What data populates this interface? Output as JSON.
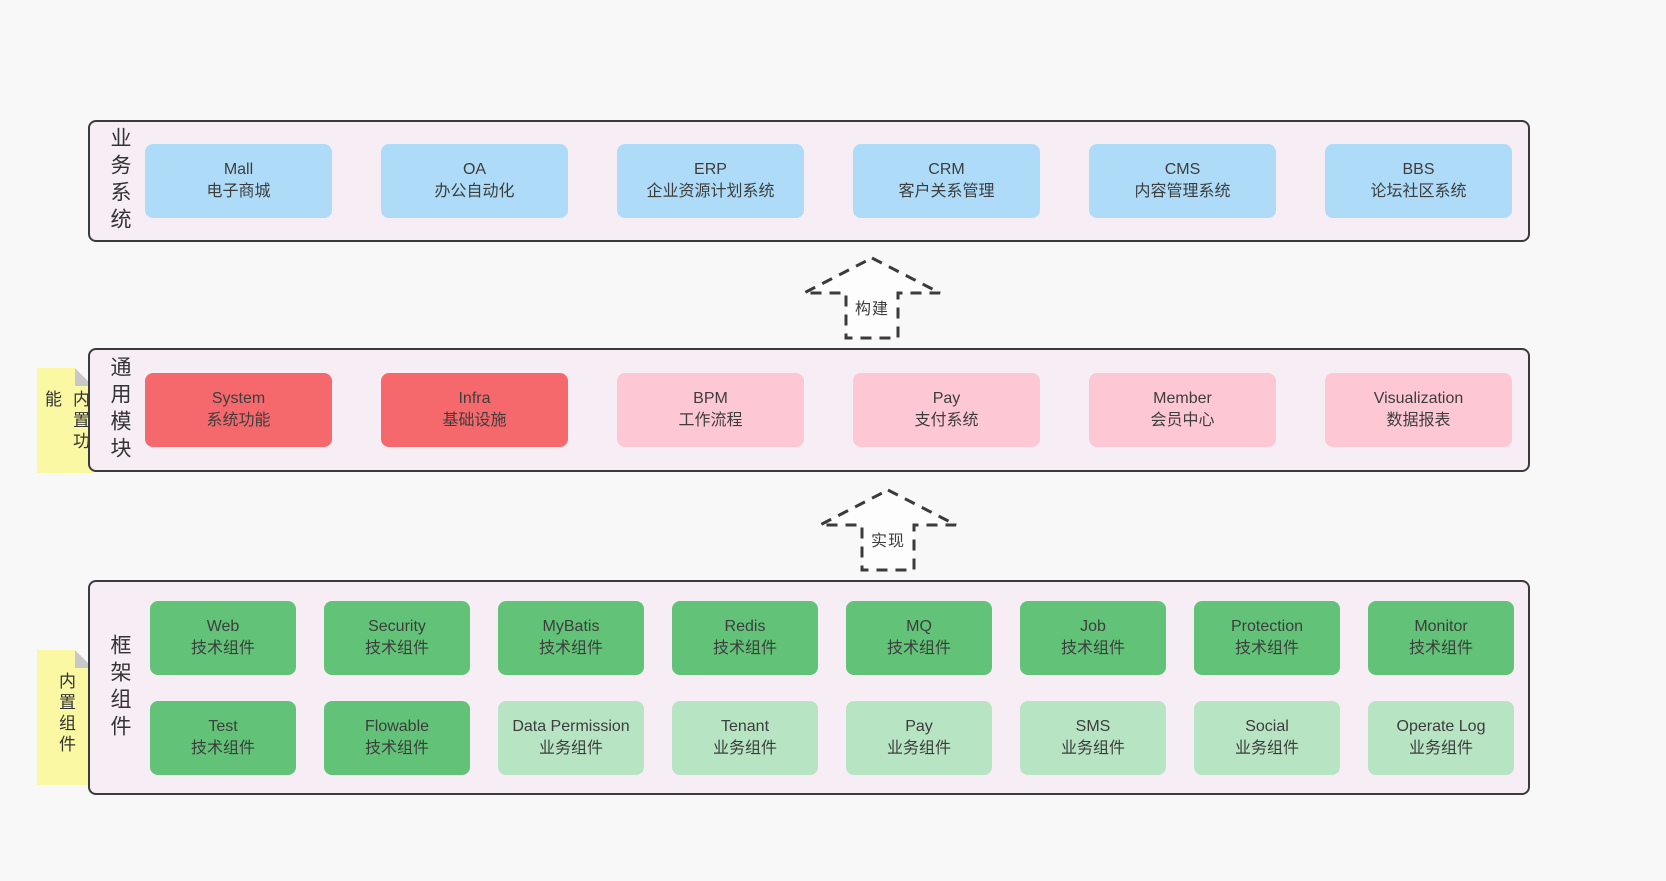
{
  "colors": {
    "page_background": "#f8f8f8",
    "band_background": "#f7edf5",
    "band_border": "#3b3b3b",
    "box_blue": "#aedcf8",
    "box_red": "#f5696d",
    "box_pink": "#fdc8d3",
    "box_green_dark": "#62c378",
    "box_green_light": "#b7e4c3",
    "sticky_note_yellow": "#faf8a3",
    "fold_gray": "#c8c8c8",
    "text": "#3d3d3d"
  },
  "arrows": {
    "build": "构建",
    "implement": "实现"
  },
  "bands": {
    "business": {
      "label": "业务系统",
      "boxes": [
        {
          "title": "Mall",
          "subtitle": "电子商城"
        },
        {
          "title": "OA",
          "subtitle": "办公自动化"
        },
        {
          "title": "ERP",
          "subtitle": "企业资源计划系统"
        },
        {
          "title": "CRM",
          "subtitle": "客户关系管理"
        },
        {
          "title": "CMS",
          "subtitle": "内容管理系统"
        },
        {
          "title": "BBS",
          "subtitle": "论坛社区系统"
        }
      ]
    },
    "modules": {
      "label": "通用模块",
      "note": "内置功能",
      "boxes": [
        {
          "title": "System",
          "subtitle": "系统功能",
          "variant": "red"
        },
        {
          "title": "Infra",
          "subtitle": "基础设施",
          "variant": "red"
        },
        {
          "title": "BPM",
          "subtitle": "工作流程",
          "variant": "pink"
        },
        {
          "title": "Pay",
          "subtitle": "支付系统",
          "variant": "pink"
        },
        {
          "title": "Member",
          "subtitle": "会员中心",
          "variant": "pink"
        },
        {
          "title": "Visualization",
          "subtitle": "数据报表",
          "variant": "pink"
        }
      ]
    },
    "framework": {
      "label": "框架组件",
      "note": "内置组件",
      "row1": [
        {
          "title": "Web",
          "subtitle": "技术组件",
          "variant": "green-dark"
        },
        {
          "title": "Security",
          "subtitle": "技术组件",
          "variant": "green-dark"
        },
        {
          "title": "MyBatis",
          "subtitle": "技术组件",
          "variant": "green-dark"
        },
        {
          "title": "Redis",
          "subtitle": "技术组件",
          "variant": "green-dark"
        },
        {
          "title": "MQ",
          "subtitle": "技术组件",
          "variant": "green-dark"
        },
        {
          "title": "Job",
          "subtitle": "技术组件",
          "variant": "green-dark"
        },
        {
          "title": "Protection",
          "subtitle": "技术组件",
          "variant": "green-dark"
        },
        {
          "title": "Monitor",
          "subtitle": "技术组件",
          "variant": "green-dark"
        }
      ],
      "row2": [
        {
          "title": "Test",
          "subtitle": "技术组件",
          "variant": "green-dark"
        },
        {
          "title": "Flowable",
          "subtitle": "技术组件",
          "variant": "green-dark"
        },
        {
          "title": "Data Permission",
          "subtitle": "业务组件",
          "variant": "green-light"
        },
        {
          "title": "Tenant",
          "subtitle": "业务组件",
          "variant": "green-light"
        },
        {
          "title": "Pay",
          "subtitle": "业务组件",
          "variant": "green-light"
        },
        {
          "title": "SMS",
          "subtitle": "业务组件",
          "variant": "green-light"
        },
        {
          "title": "Social",
          "subtitle": "业务组件",
          "variant": "green-light"
        },
        {
          "title": "Operate Log",
          "subtitle": "业务组件",
          "variant": "green-light"
        }
      ]
    }
  }
}
